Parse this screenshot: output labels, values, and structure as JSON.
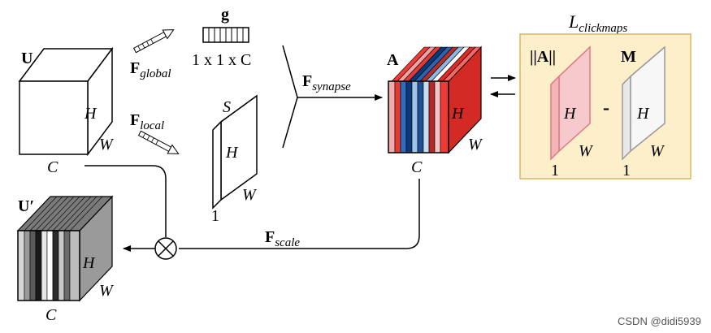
{
  "labels": {
    "U": "U",
    "U_C": "C",
    "U_H": "H",
    "U_W": "W",
    "F_global": "F",
    "F_global_sub": "global",
    "F_local": "F",
    "F_local_sub": "local",
    "g": "g",
    "g_dims": "1 x 1 x C",
    "S": "S",
    "S_H": "H",
    "S_W": "W",
    "S_one": "1",
    "F_synapse": "F",
    "F_synapse_sub": "synapse",
    "A": "A",
    "A_H": "H",
    "A_W": "W",
    "A_C": "C",
    "L": "L",
    "L_sub": "clickmaps",
    "normA": "||A||",
    "normA_H": "H",
    "normA_W": "W",
    "normA_one": "1",
    "minus": "-",
    "M": "M",
    "M_H": "H",
    "M_W": "W",
    "M_one": "1",
    "F_scale": "F",
    "F_scale_sub": "scale",
    "Uprime": "U′",
    "Uprime_H": "H",
    "Uprime_W": "W",
    "Uprime_C": "C",
    "watermark": "CSDN @didi5939"
  },
  "colors": {
    "lossBoxFill": "#fcefc9",
    "lossBoxStroke": "#d9b85a",
    "normAFill": "#f6c9cc",
    "normAStroke": "#e07a80",
    "mFill": "#f7f7f7",
    "attentionFront": "#ef3b36",
    "attentionTop": "#f06b66",
    "attentionSide": "#d42a25"
  },
  "icons": {
    "multiply": "circle-times-icon",
    "arrow": "arrow-icon"
  }
}
